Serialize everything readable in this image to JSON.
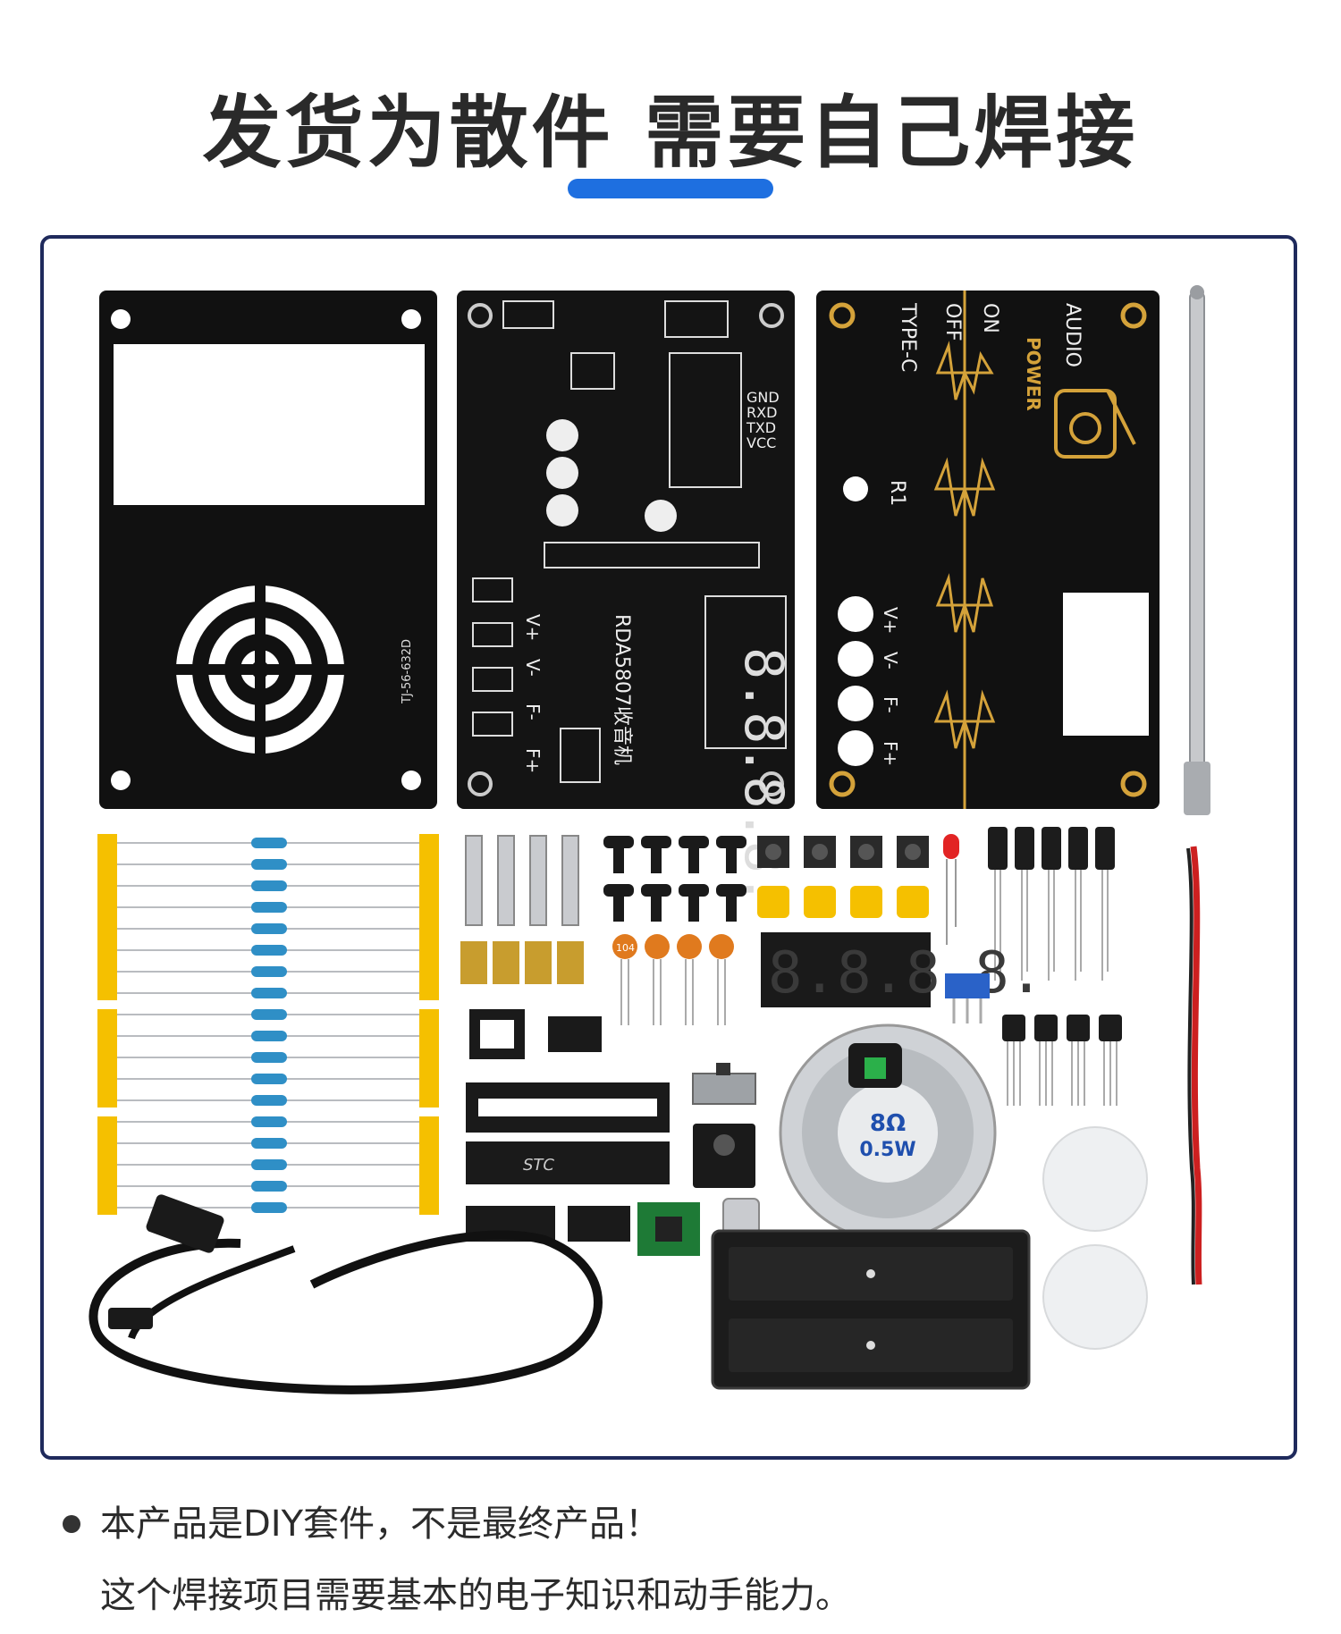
{
  "header": {
    "title": "发货为散件 需要自己焊接",
    "accent_color": "#1e6fe0"
  },
  "frame": {
    "border_color": "#1f2a5c"
  },
  "photo": {
    "pcb_top_labels": [
      "TYPE-C",
      "OFF",
      "ON",
      "POWER",
      "AUDIO",
      "R1"
    ],
    "pcb_side_labels": [
      "V+",
      "V-",
      "F-",
      "F+"
    ],
    "pcb_main_labels": [
      "RDA5807收音机",
      "GND",
      "RXD",
      "TXD",
      "VCC"
    ],
    "panel_label": "TJ-56-632D",
    "speaker_label_1": "8Ω",
    "speaker_label_2": "0.5W",
    "display_digits": "8.8.8.8.",
    "mcu_brand": "STC",
    "capacitor_code": "104"
  },
  "notes": {
    "line1": "本产品是DIY套件，不是最终产品！",
    "line2": "这个焊接项目需要基本的电子知识和动手能力。"
  }
}
